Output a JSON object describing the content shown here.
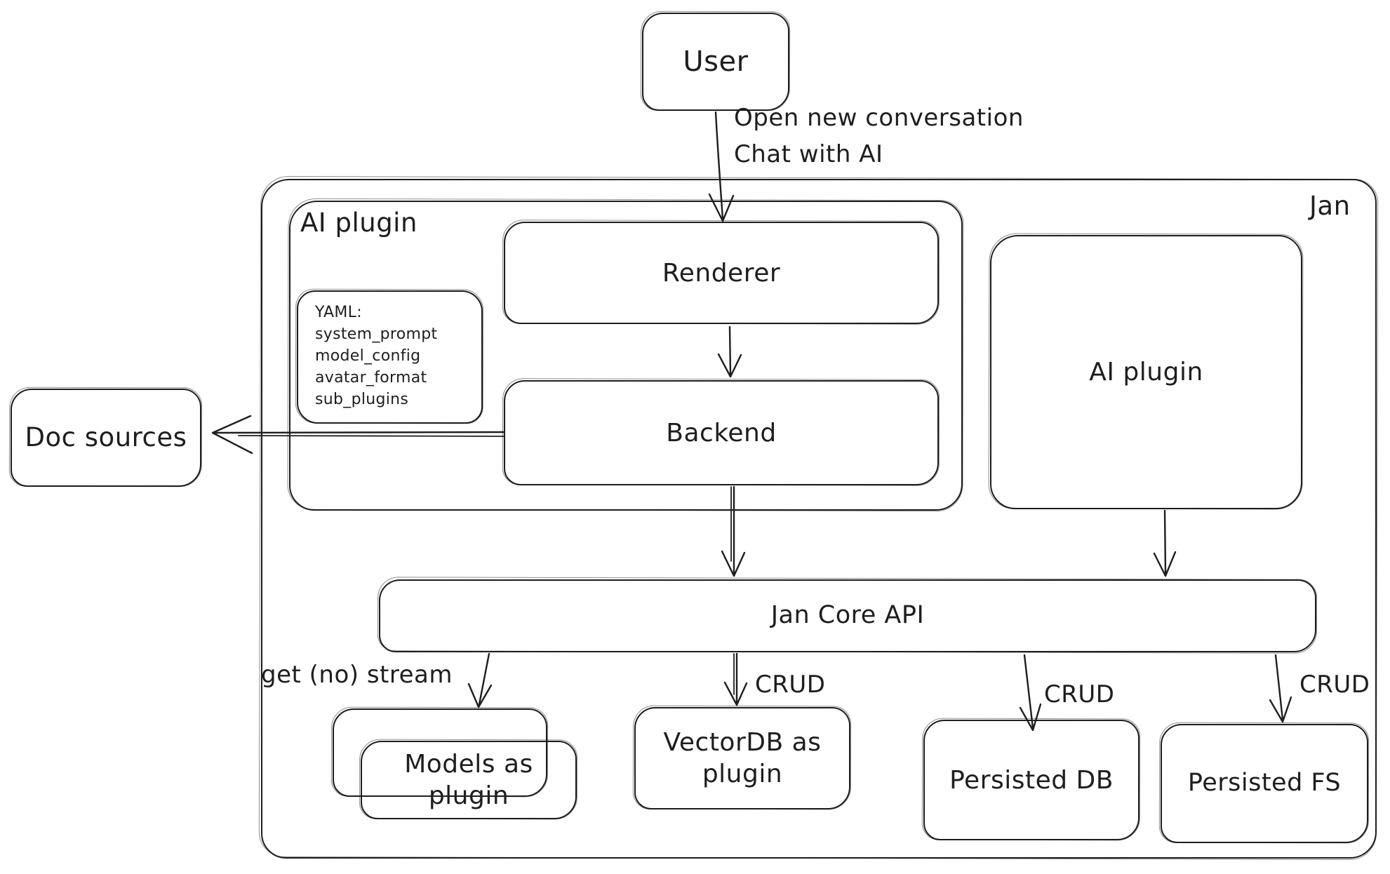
{
  "canvas": {
    "background": "#ffffff",
    "stroke_color": "#1e1e1e"
  },
  "nodes": {
    "user": {
      "label": "User"
    },
    "jan": {
      "label": "Jan"
    },
    "ai_plugin_left": {
      "label": "AI plugin"
    },
    "renderer": {
      "label": "Renderer"
    },
    "yaml_note": {
      "lines": [
        "YAML:",
        "system_prompt",
        "model_config",
        "avatar_format",
        "sub_plugins"
      ]
    },
    "backend": {
      "label": "Backend"
    },
    "doc_sources": {
      "label": "Doc sources"
    },
    "ai_plugin_right": {
      "label": "AI plugin"
    },
    "jan_core_api": {
      "label": "Jan Core API"
    },
    "models_as_plugin": {
      "label": "Models as plugin"
    },
    "vectordb_as_plugin": {
      "label": "VectorDB as plugin"
    },
    "persisted_db": {
      "label": "Persisted DB"
    },
    "persisted_fs": {
      "label": "Persisted FS"
    }
  },
  "edge_labels": {
    "user_to_renderer_line1": "Open new conversation",
    "user_to_renderer_line2": "Chat with AI",
    "core_to_models": "get (no) stream",
    "core_to_vectordb": "CRUD",
    "core_to_persisted_db": "CRUD",
    "core_to_persisted_fs": "CRUD"
  }
}
